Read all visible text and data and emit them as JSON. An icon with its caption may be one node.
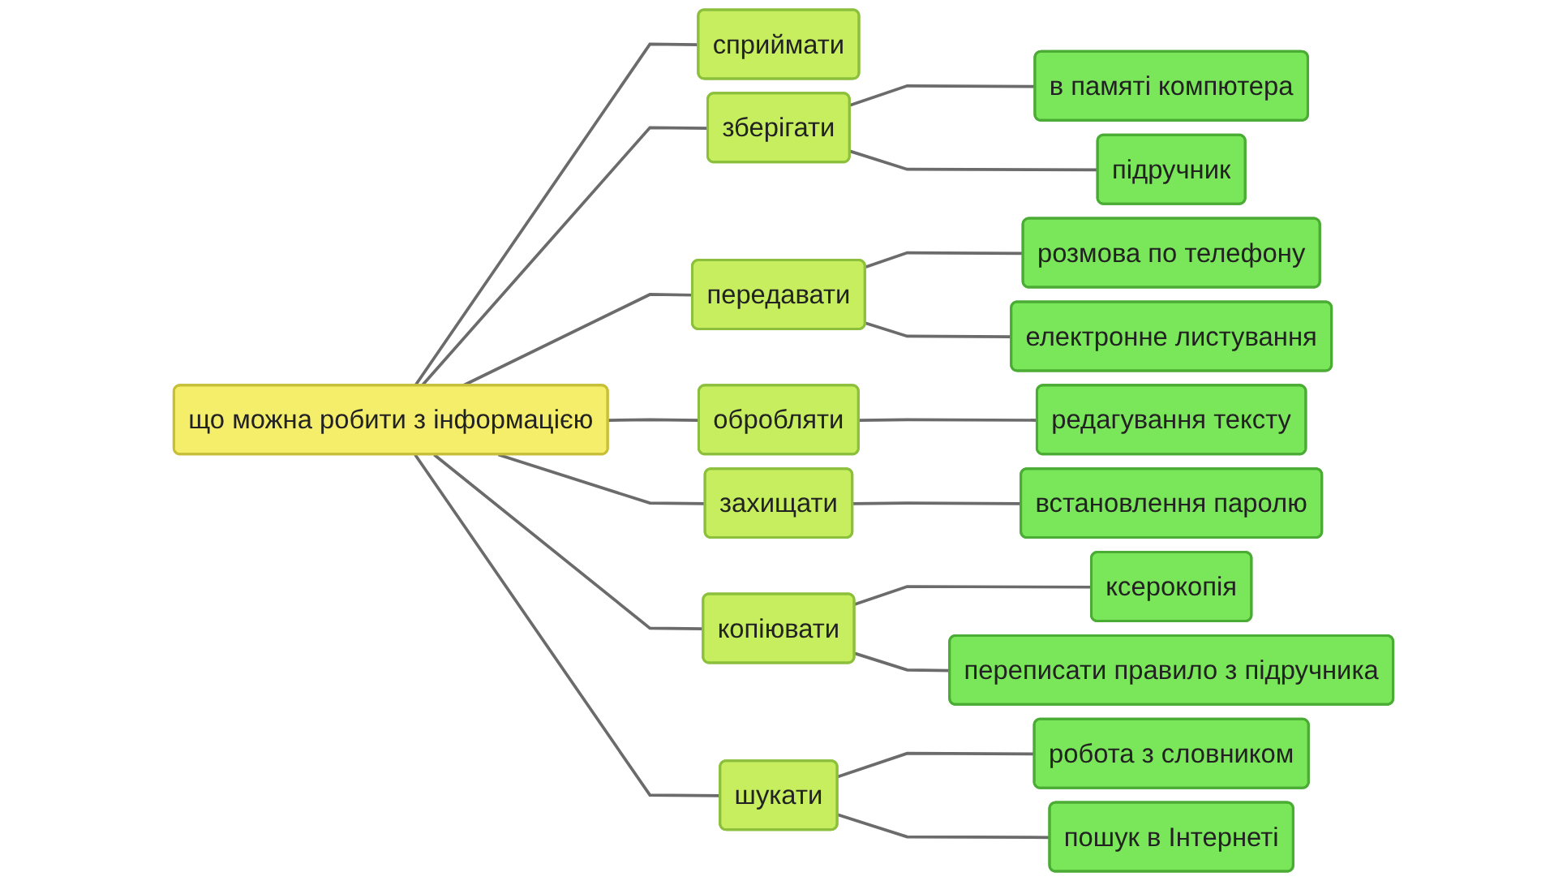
{
  "diagram": {
    "nodes": [
      {
        "text": [
          "що можна робити з інформацією"
        ]
      },
      {
        "text": [
          "сприймати"
        ]
      },
      {
        "text": [
          "зберігати"
        ]
      },
      {
        "text": [
          "в памяті компютера"
        ]
      },
      {
        "text": [
          "підручник"
        ]
      },
      {
        "text": [
          "передавати"
        ]
      },
      {
        "text": [
          "розмова по телефону"
        ]
      },
      {
        "text": [
          "електронне листування"
        ]
      },
      {
        "text": [
          "обробляти"
        ]
      },
      {
        "text": [
          "редагування тексту"
        ]
      },
      {
        "text": [
          "захищати"
        ]
      },
      {
        "text": [
          "встановлення паролю"
        ]
      },
      {
        "text": [
          "копіювати"
        ]
      },
      {
        "text": [
          "ксерокопія"
        ]
      },
      {
        "text": [
          "переписати правило з підручника"
        ]
      },
      {
        "text": [
          "шукати"
        ]
      },
      {
        "text": [
          "робота з словником"
        ]
      },
      {
        "text": [
          "пошук в Інтернеті"
        ]
      }
    ],
    "edges": [
      {
        "from": 0,
        "to": 1,
        "arrow": "none"
      },
      {
        "from": 0,
        "to": 2,
        "arrow": "none"
      },
      {
        "from": 2,
        "to": 3,
        "arrow": "none"
      },
      {
        "from": 2,
        "to": 4,
        "arrow": "none"
      },
      {
        "from": 0,
        "to": 5,
        "arrow": "none"
      },
      {
        "from": 5,
        "to": 6,
        "arrow": "none"
      },
      {
        "from": 5,
        "to": 7,
        "arrow": "none"
      },
      {
        "from": 0,
        "to": 8,
        "arrow": "none"
      },
      {
        "from": 8,
        "to": 9,
        "arrow": "none"
      },
      {
        "from": 0,
        "to": 10,
        "arrow": "none"
      },
      {
        "from": 10,
        "to": 11,
        "arrow": "none"
      },
      {
        "from": 0,
        "to": 12,
        "arrow": "none"
      },
      {
        "from": 12,
        "to": 13,
        "arrow": "none"
      },
      {
        "from": 12,
        "to": 14,
        "arrow": "none"
      },
      {
        "from": 0,
        "to": 15,
        "arrow": "none"
      },
      {
        "from": 15,
        "to": 16,
        "arrow": "none"
      },
      {
        "from": 15,
        "to": 17,
        "arrow": "none"
      }
    ]
  }
}
